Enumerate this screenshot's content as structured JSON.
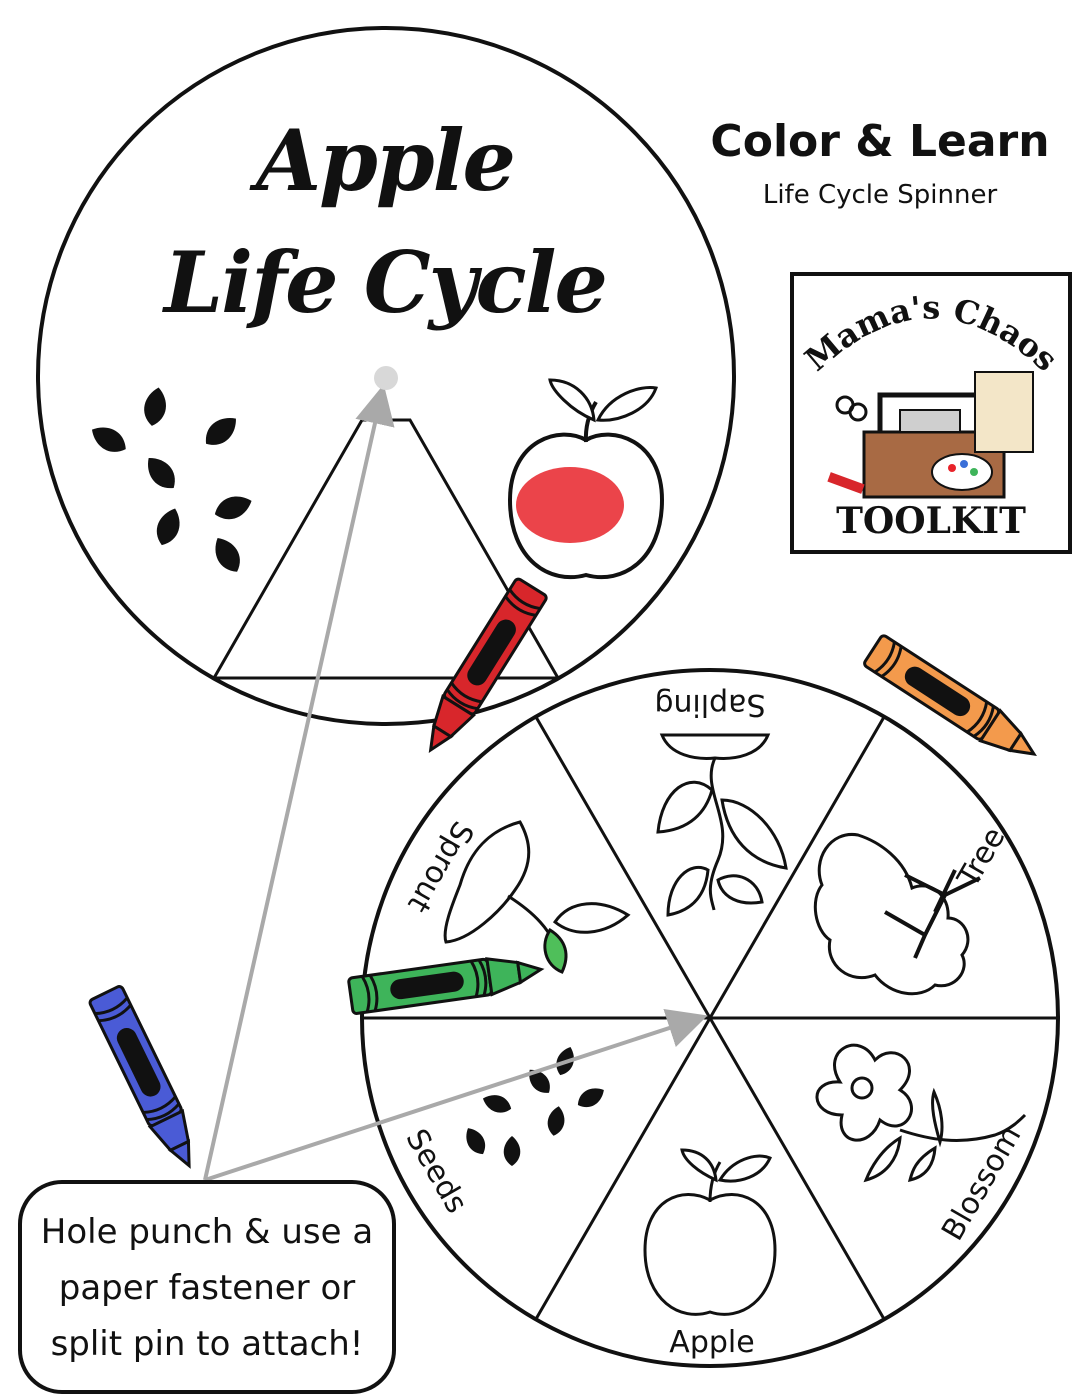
{
  "title": {
    "line1": "Apple",
    "line2": "Life Cycle"
  },
  "heading": {
    "title": "Color & Learn",
    "subtitle": "Life Cycle  Spinner"
  },
  "logo": {
    "top_text": "Mama's Chaos",
    "bottom_text": "TOOLKIT"
  },
  "wheel": {
    "sections": [
      {
        "label": "Sapling"
      },
      {
        "label": "Tree"
      },
      {
        "label": "Blossom"
      },
      {
        "label": "Apple"
      },
      {
        "label": "Seeds"
      },
      {
        "label": "Sprout"
      }
    ]
  },
  "instructions": {
    "line1": "Hole punch & use a",
    "line2": "paper fastener or",
    "line3": "split pin  to attach!"
  },
  "colors": {
    "outline": "#111111",
    "arrow": "#a9a9a9",
    "crayon_red": "#d8262b",
    "crayon_orange": "#f39a4c",
    "crayon_green": "#3eb45a",
    "crayon_blue": "#4a5bd6",
    "toolbox_brown": "#a86a44"
  }
}
